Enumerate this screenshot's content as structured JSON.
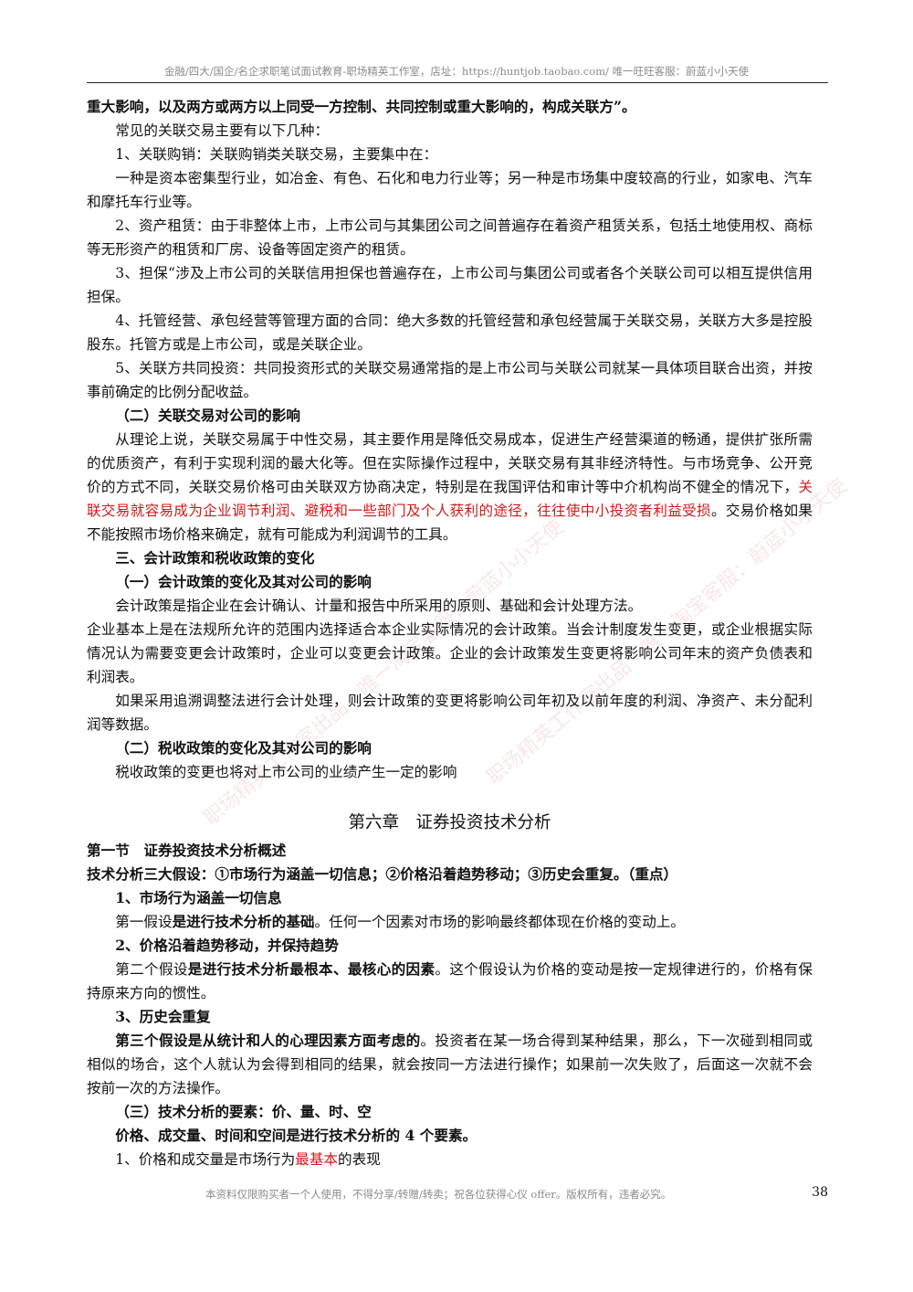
{
  "header": "金融/四大/国企/名企求职笔试面试教育-职场精英工作室，店址：https://huntjob.taobao.com/ 唯一旺旺客服：蔚蓝小小天使",
  "paragraphs": [
    {
      "text": "重大影响，以及两方或两方以上同受一方控制、共同控制或重大影响的，构成关联方”。"
    },
    {
      "text": "常见的关联交易主要有以下几种："
    },
    {
      "text": "1、关联购销：关联购销类关联交易，主要集中在："
    },
    {
      "text": "一种是资本密集型行业，如冶金、有色、石化和电力行业等；另一种是市场集中度较高的行业，如家电、汽车和摩托车行业等。"
    },
    {
      "text": "2、资产租赁：由于非整体上市，上市公司与其集团公司之间普遍存在着资产租赁关系，包括土地使用权、商标等无形资产的租赁和厂房、设备等固定资产的租赁。"
    },
    {
      "text": "3、担保“涉及上市公司的关联信用担保也普遍存在，上市公司与集团公司或者各个关联公司可以相互提供信用担保。"
    },
    {
      "text": "4、托管经营、承包经营等管理方面的合同：绝大多数的托管经营和承包经营属于关联交易，关联方大多是控股股东。托管方或是上市公司，或是关联企业。"
    },
    {
      "text": "5、关联方共同投资：共同投资形式的关联交易通常指的是上市公司与关联公司就某一具体项目联合出资，并按事前确定的比例分配收益。"
    },
    {
      "text": "（二）关联交易对公司的影响"
    },
    {
      "text_a": "从理论上说，关联交易属于中性交易，其主要作用是降低交易成本，促进生产经营渠道的畅通，提供扩张所需的优质资产，有利于实现利润的最大化等。但在实际操作过程中，关联交易有其非经济特性。与市场竞争、公开竞价的方式不同，关联交易价格可由关联双方协商决定，特别是在我国评估和审计等中介机构尚不健全的情况下，",
      "text_red": "关联交易就容易成为企业调节利润、避税和一些部门及个人获利的途径，往往使中小投资者利益受损",
      "text_b": "。交易价格如果不能按照市场价格来确定，就有可能成为利润调节的工具。"
    },
    {
      "text": "三、会计政策和税收政策的变化"
    },
    {
      "text": "（一）会计政策的变化及其对公司的影响"
    },
    {
      "text": "会计政策是指企业在会计确认、计量和报告中所采用的原则、基础和会计处理方法。"
    },
    {
      "text": "企业基本上是在法规所允许的范围内选择适合本企业实际情况的会计政策。当会计制度发生变更，或企业根据实际情况认为需要变更会计政策时，企业可以变更会计政策。企业的会计政策发生变更将影响公司年末的资产负债表和利润表。"
    },
    {
      "text": "如果采用追溯调整法进行会计处理，则会计政策的变更将影响公司年初及以前年度的利润、净资产、未分配利润等数据。"
    },
    {
      "text": "（二）税收政策的变化及其对公司的影响"
    },
    {
      "text": "税收政策的变更也将对上市公司的业绩产生一定的影响"
    },
    {
      "text": "第六章　证券投资技术分析"
    },
    {
      "text": "第一节　证券投资技术分析概述"
    },
    {
      "text": "技术分析三大假设：①市场行为涵盖一切信息；②价格沿着趋势移动；③历史会重复。（重点）"
    },
    {
      "text": "1、市场行为涵盖一切信息"
    },
    {
      "text_a": "第一假设",
      "text_bold": "是进行技术分析的基础",
      "text_b": "。任何一个因素对市场的影响最终都体现在价格的变动上。"
    },
    {
      "text": "2、价格沿着趋势移动，并保持趋势"
    },
    {
      "text_a": "第二个假设",
      "text_bold": "是进行技术分析最根本、最核心的因素",
      "text_b": "。这个假设认为价格的变动是按一定规律进行的，价格有保持原来方向的惯性。"
    },
    {
      "text": "3、历史会重复"
    },
    {
      "text_bold": "第三个假设是从统计和人的心理因素方面考虑的",
      "text_b": "。投资者在某一场合得到某种结果，那么，下一次碰到相同或相似的场合，这个人就认为会得到相同的结果，就会按同一方法进行操作；如果前一次失败了，后面这一次就不会按前一次的方法操作。"
    },
    {
      "text": "（三）技术分析的要素：价、量、时、空"
    },
    {
      "text": "价格、成交量、时间和空间是进行技术分析的 4 个要素。"
    },
    {
      "text_a": "1、价格和成交量是市场行为",
      "text_red": "最基本",
      "text_b": "的表现"
    }
  ],
  "footer": "本资料仅限购买者一个人使用，不得分享/转赠/转卖；祝各位获得心仪 offer。版权所有，违者必究。",
  "page_number": "38",
  "watermark": "职场精英工作室出品　唯一淘宝客服：蔚蓝小小天使",
  "colors": {
    "emphasis_red": "#d11a1a",
    "header_gray": "#8a8a8a",
    "watermark": "rgba(220,120,120,0.18)"
  }
}
